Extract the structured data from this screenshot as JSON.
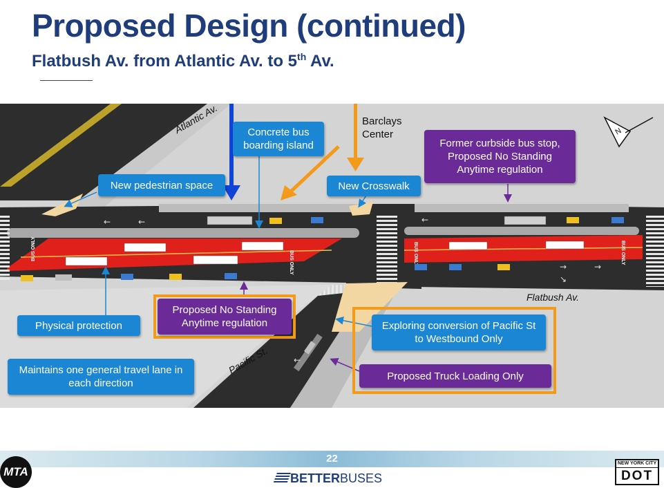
{
  "title": "Proposed Design (continued)",
  "subtitle": {
    "main": "Flatbush Av. from Atlantic Av. to 5",
    "sup": "th",
    "end": " Av."
  },
  "streets": {
    "atlantic": "Atlantic Av.",
    "flatbush": "Flatbush Av.",
    "pacific": "Pacific St."
  },
  "labels": {
    "barclays": "Barclays Center"
  },
  "callouts": {
    "concrete_island": "Concrete bus boarding island",
    "new_ped_space": "New pedestrian space",
    "new_crosswalk": "New Crosswalk",
    "former_stop": "Former curbside bus stop, Proposed No Standing Anytime regulation",
    "physical_protection": "Physical protection",
    "no_standing": "Proposed No Standing Anytime regulation",
    "general_lane": "Maintains one general travel lane in each direction",
    "pacific_conversion": "Exploring conversion of Pacific St to Westbound Only",
    "truck_loading": "Proposed Truck Loading Only"
  },
  "lane_marking": "BUS ONLY",
  "colors": {
    "title": "#1f3d7a",
    "callout_blue": "#1b87d4",
    "callout_purple": "#6a2a98",
    "highlight_orange": "#f39a1b",
    "bus_lane_red": "#e0201b",
    "road": "#2d2d2d",
    "sidewalk": "#c8c8c8",
    "ped_space": "#f3d7a3"
  },
  "footer": {
    "page_number": "22",
    "mta": "MTA",
    "better": "BETTER",
    "buses": "BUSES",
    "dot_top": "NEW YORK CITY",
    "dot_main": "DOT"
  },
  "icons": [
    "north-arrow-icon",
    "direction-arrow-icon"
  ]
}
